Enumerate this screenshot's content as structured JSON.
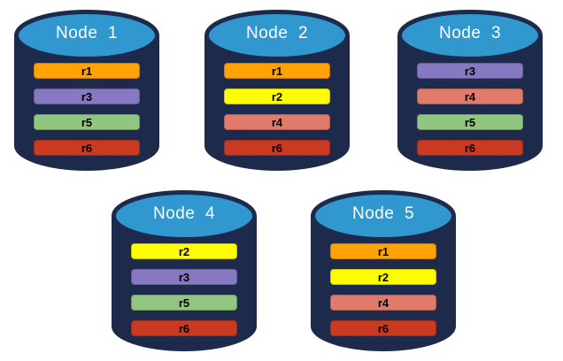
{
  "diagram": {
    "description": "Five database nodes with replicated partitions",
    "background": "#ffffff"
  },
  "colors": {
    "cylinder_body": "#1E2A4B",
    "cylinder_top": "#3097CF",
    "title_text": "#FFFFFF",
    "bar_text": "#000000"
  },
  "replica_colors": {
    "r1": "#FFA203",
    "r2": "#FDFD00",
    "r3": "#8678C1",
    "r4": "#E07B6C",
    "r5": "#90C67F",
    "r6": "#C93A21"
  },
  "nodes": [
    {
      "label": "Node  1",
      "replicas": [
        "r1",
        "r3",
        "r5",
        "r6"
      ]
    },
    {
      "label": "Node  2",
      "replicas": [
        "r1",
        "r2",
        "r4",
        "r6"
      ]
    },
    {
      "label": "Node  3",
      "replicas": [
        "r3",
        "r4",
        "r5",
        "r6"
      ]
    },
    {
      "label": "Node  4",
      "replicas": [
        "r2",
        "r3",
        "r5",
        "r6"
      ]
    },
    {
      "label": "Node  5",
      "replicas": [
        "r1",
        "r2",
        "r4",
        "r6"
      ]
    }
  ]
}
